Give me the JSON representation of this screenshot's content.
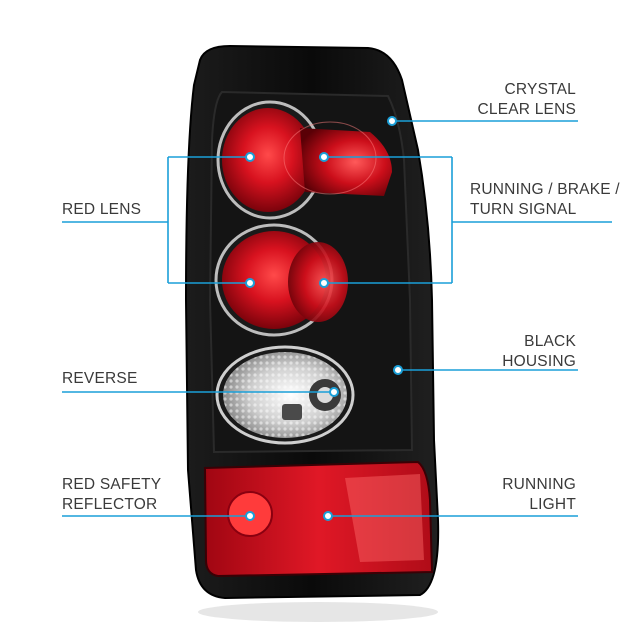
{
  "callouts": {
    "crystal_clear_lens": {
      "line1": "CRYSTAL",
      "line2": "CLEAR LENS"
    },
    "running_brake_turn": {
      "line1": "RUNNING / BRAKE /",
      "line2": "TURN SIGNAL"
    },
    "red_lens": {
      "line1": "RED LENS"
    },
    "black_housing": {
      "line1": "BLACK",
      "line2": "HOUSING"
    },
    "reverse": {
      "line1": "REVERSE"
    },
    "red_safety_reflector": {
      "line1": "RED SAFETY",
      "line2": "REFLECTOR"
    },
    "running_light": {
      "line1": "RUNNING",
      "line2": "LIGHT"
    }
  },
  "colors": {
    "callout_line": "#1a9fd8",
    "housing": "#0d0d0d",
    "lens_red": "#c8101e",
    "lens_clear": "#e8e8e8",
    "text": "#3a3a3a"
  }
}
